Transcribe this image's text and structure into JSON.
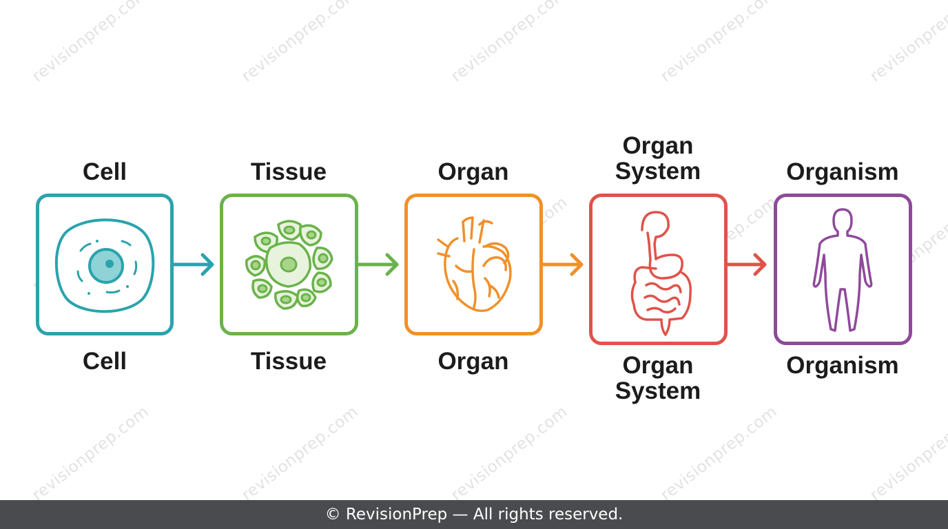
{
  "watermark_text": "revisionprep.com",
  "stages": [
    {
      "label": "Cell",
      "caption": "Cell",
      "color": "#2aa3ad",
      "icon": "cell-icon"
    },
    {
      "label": "Tissue",
      "caption": "Tissue",
      "color": "#6ab24a",
      "icon": "tissue-icon"
    },
    {
      "label": "Organ",
      "caption": "Organ",
      "color": "#f0902a",
      "icon": "heart-icon"
    },
    {
      "label": "Organ\nSystem",
      "caption": "Organ\nSystem",
      "color": "#e0524a",
      "icon": "digestive-system-icon"
    },
    {
      "label": "Organism",
      "caption": "Organism",
      "color": "#8e4a99",
      "icon": "human-body-icon"
    }
  ],
  "footer": "© RevisionPrep — All rights reserved."
}
